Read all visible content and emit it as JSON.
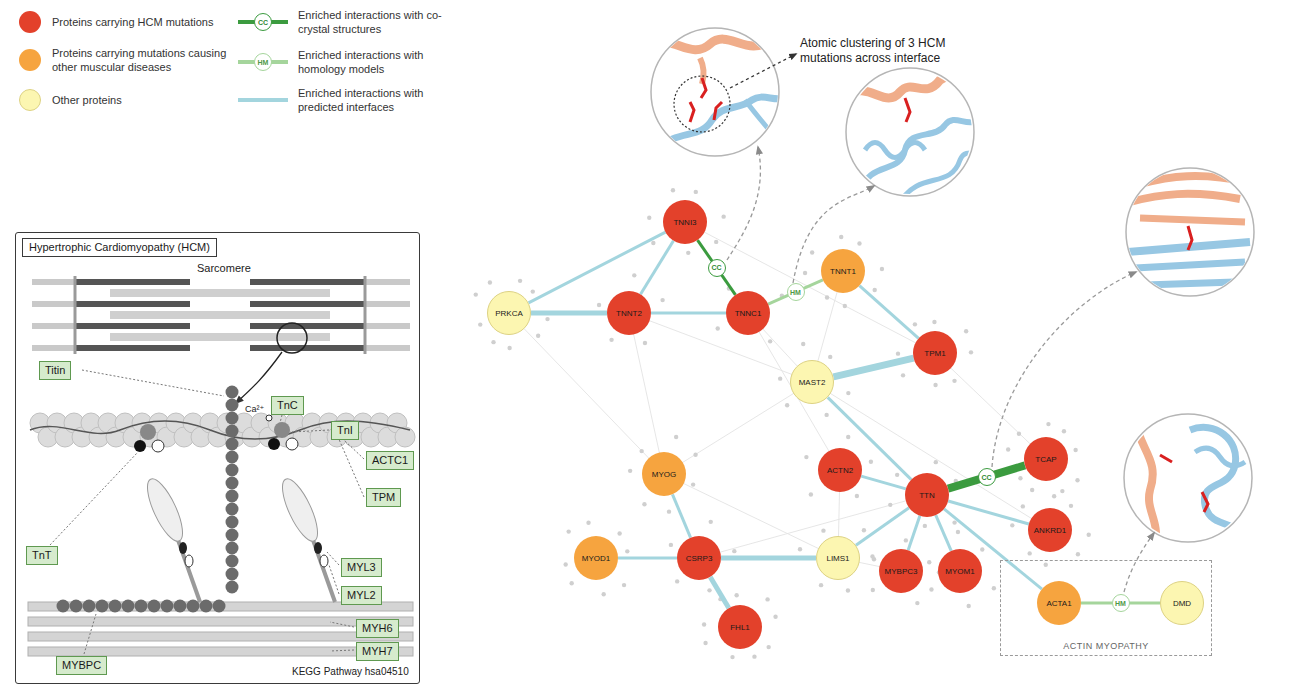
{
  "diagram": {
    "nodes": [
      {
        "text": [
          "Hypertrophic Cardiomyopathy (HCM)"
        ]
      },
      {
        "text": [
          "Titin"
        ],
        "in": 0
      },
      {
        "text": [
          "TnC"
        ],
        "in": 0
      },
      {
        "text": [
          "TnI"
        ],
        "in": 0
      },
      {
        "text": [
          "ACTC1"
        ],
        "in": 0
      },
      {
        "text": [
          "TPM"
        ],
        "in": 0
      },
      {
        "text": [
          "TnT"
        ],
        "in": 0
      },
      {
        "text": [
          "MYL3"
        ],
        "in": 0
      },
      {
        "text": [
          "MYL2"
        ],
        "in": 0
      },
      {
        "text": [
          "MYH6"
        ],
        "in": 0
      },
      {
        "text": [
          "MYH7"
        ],
        "in": 0
      },
      {
        "text": [
          "MYBPC"
        ],
        "in": 0
      },
      {
        "text": [
          "TNNI3"
        ]
      },
      {
        "text": [
          "TNNT1"
        ]
      },
      {
        "text": [
          "PRKCA"
        ]
      },
      {
        "text": [
          "TNNT2"
        ]
      },
      {
        "text": [
          "TNNC1"
        ]
      },
      {
        "text": [
          "TPM1"
        ]
      },
      {
        "text": [
          "MAST2"
        ]
      },
      {
        "text": [
          "TCAP"
        ]
      },
      {
        "text": [
          "MYOG"
        ]
      },
      {
        "text": [
          "ACTN2"
        ]
      },
      {
        "text": [
          "TTN"
        ]
      },
      {
        "text": [
          "ANKRD1"
        ]
      },
      {
        "text": [
          "MYOD1"
        ]
      },
      {
        "text": [
          "CSRP3"
        ]
      },
      {
        "text": [
          "LIMS1"
        ]
      },
      {
        "text": [
          "MYBPC3"
        ]
      },
      {
        "text": [
          "MYOM1"
        ]
      },
      {
        "text": [
          "ACTIN MYOPATHY"
        ]
      },
      {
        "text": [
          "ACTA1"
        ],
        "in": 29
      },
      {
        "text": [
          "DMD"
        ],
        "in": 29
      },
      {
        "text": [
          "FHL1"
        ]
      }
    ],
    "edges": [
      {
        "from": 12,
        "to": 15,
        "arrow": "none"
      },
      {
        "from": 12,
        "to": 16,
        "label": "CC",
        "arrow": "none"
      },
      {
        "from": 14,
        "to": 12,
        "arrow": "none"
      },
      {
        "from": 14,
        "to": 15,
        "arrow": "none"
      },
      {
        "from": 15,
        "to": 16,
        "arrow": "none"
      },
      {
        "from": 16,
        "to": 13,
        "label": "HM",
        "arrow": "none"
      },
      {
        "from": 13,
        "to": 17,
        "arrow": "none"
      },
      {
        "from": 17,
        "to": 18,
        "arrow": "none"
      },
      {
        "from": 18,
        "to": 22,
        "arrow": "none"
      },
      {
        "from": 22,
        "to": 19,
        "label": "CC",
        "arrow": "none"
      },
      {
        "from": 21,
        "to": 22,
        "arrow": "none"
      },
      {
        "from": 22,
        "to": 23,
        "arrow": "none"
      },
      {
        "from": 22,
        "to": 27,
        "arrow": "none"
      },
      {
        "from": 22,
        "to": 28,
        "arrow": "none"
      },
      {
        "from": 22,
        "to": 30,
        "arrow": "none"
      },
      {
        "from": 26,
        "to": 22,
        "arrow": "none"
      },
      {
        "from": 30,
        "to": 31,
        "label": "HM",
        "arrow": "none"
      },
      {
        "from": 20,
        "to": 25,
        "arrow": "none"
      },
      {
        "from": 24,
        "to": 25,
        "arrow": "none"
      },
      {
        "from": 25,
        "to": 26,
        "arrow": "none"
      },
      {
        "from": 25,
        "to": 32,
        "arrow": "none"
      }
    ],
    "labels": [
      "Atomic clustering of 3 HCM mutations across interface",
      "Sarcomere",
      "Ca²⁺",
      "KEGG Pathway hsa04510",
      "CC",
      "HM"
    ],
    "legend": [
      {
        "text": "Proteins carrying HCM mutations",
        "color": "#e3412b"
      },
      {
        "text": "Proteins carrying mutations causing other muscular diseases",
        "color": "#f6a43f"
      },
      {
        "text": "Other proteins",
        "color": "#fcf6b1"
      },
      {
        "text": "Enriched interactions with co-crystal structures"
      },
      {
        "text": "Enriched interactions with homology models"
      },
      {
        "text": "Enriched interactions with predicted interfaces"
      }
    ]
  }
}
